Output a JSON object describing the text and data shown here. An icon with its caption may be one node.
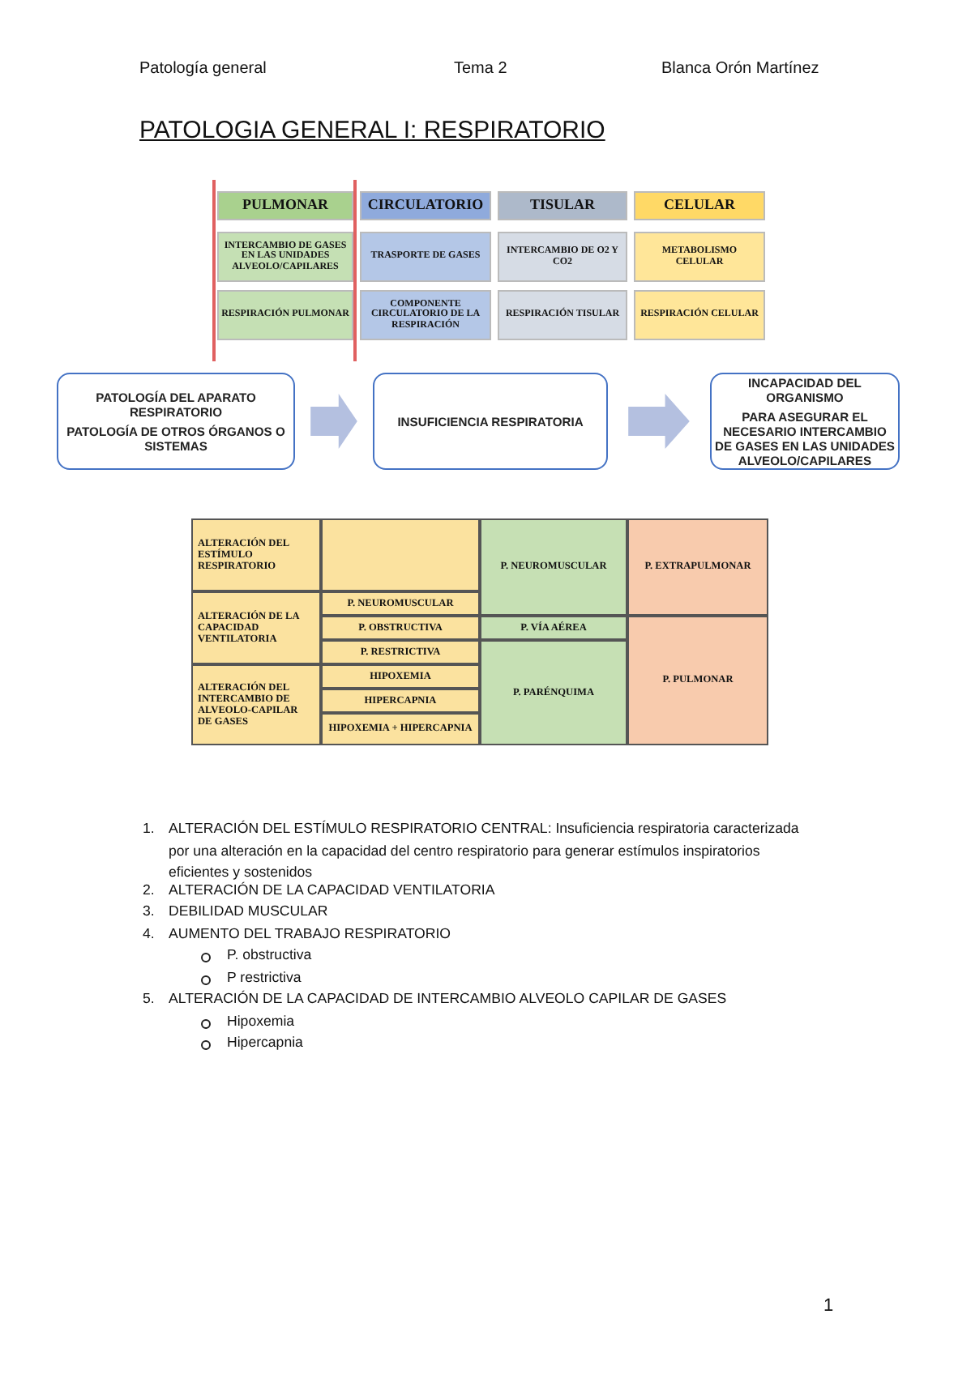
{
  "diagram": {
    "title": "PATOLOGIA GENERAL I: RESPIRATORIO",
    "nodes": [
      {
        "text": [
          "PATOLOGÍA DEL APARATO RESPIRATORIO",
          "PATOLOGÍA DE OTROS ÓRGANOS O SISTEMAS"
        ]
      },
      {
        "text": [
          "INSUFICIENCIA RESPIRATORIA"
        ]
      },
      {
        "text": [
          "INCAPACIDAD DEL ORGANISMO",
          "PARA ASEGURAR EL NECESARIO INTERCAMBIO DE GASES EN LAS UNIDADES ALVEOLO/CAPILARES"
        ]
      }
    ],
    "edges": [
      {
        "from": 0,
        "to": 1,
        "arrow": "to"
      },
      {
        "from": 1,
        "to": 2,
        "arrow": "to"
      }
    ],
    "labels": [
      "Patología general",
      "Tema 2",
      "Blanca Orón Martínez",
      "PULMONAR",
      "CIRCULATORIO",
      "TISULAR",
      "CELULAR",
      "INTERCAMBIO DE GASES EN LAS UNIDADES ALVEOLO/CAPILARES",
      "TRASPORTE DE GASES",
      "INTERCAMBIO DE O2 Y CO2",
      "METABOLISMO CELULAR",
      "RESPIRACIÓN PULMONAR",
      "COMPONENTE CIRCULATORIO DE LA RESPIRACIÓN",
      "RESPIRACIÓN TISULAR",
      "RESPIRACIÓN CELULAR",
      "ALTERACIÓN DEL ESTÍMULO RESPIRATORIO",
      "P. NEUROMUSCULAR",
      "P. EXTRAPULMONAR",
      "ALTERACIÓN DE LA CAPACIDAD VENTILATORIA",
      "P. NEUROMUSCULAR",
      "P. OBSTRUCTIVA",
      "P. VÍA AÉREA",
      "P. PULMONAR",
      "P. RESTRICTIVA",
      "P. PARÉNQUIMA",
      "ALTERACIÓN DEL INTERCAMBIO DE ALVEOLO-CAPILAR DE GASES",
      "HIPOXEMIA",
      "HIPERCAPNIA",
      "HIPOXEMIA + HIPERCAPNIA",
      "1.",
      "ALTERACIÓN DEL ESTÍMULO RESPIRATORIO CENTRAL: Insuficiencia respiratoria caracterizada por una alteración en la capacidad del centro respiratorio para generar estímulos inspiratorios eficientes y sostenidos",
      "2.",
      "ALTERACIÓN DE LA CAPACIDAD VENTILATORIA",
      "3.",
      "DEBILIDAD MUSCULAR",
      "4.",
      "AUMENTO DEL TRABAJO RESPIRATORIO",
      "P. obstructiva",
      "P restrictiva",
      "5.",
      "ALTERACIÓN DE LA CAPACIDAD DE INTERCAMBIO ALVEOLO CAPILAR DE GASES",
      "Hipoxemia",
      "Hipercapnia",
      "1"
    ]
  }
}
